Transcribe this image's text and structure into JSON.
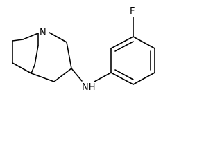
{
  "molecule": {
    "atoms": {
      "ring_n": "N",
      "amine_n": "NH",
      "fluorine": "F"
    }
  },
  "colors": {
    "bond": "#000000",
    "background": "#ffffff"
  }
}
